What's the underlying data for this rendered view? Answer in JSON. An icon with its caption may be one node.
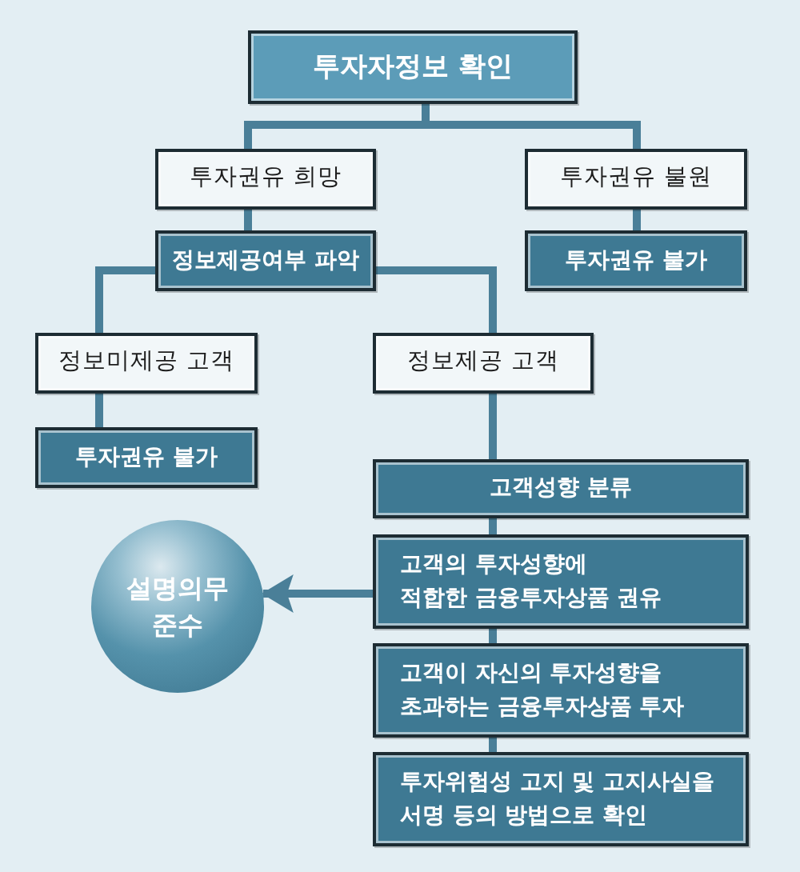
{
  "diagram": {
    "nodes": [
      {
        "text": [
          "투자자정보 확인"
        ]
      },
      {
        "text": [
          "투자권유 희망"
        ]
      },
      {
        "text": [
          "투자권유 불원"
        ]
      },
      {
        "text": [
          "정보제공여부 파악"
        ]
      },
      {
        "text": [
          "투자권유 불가"
        ]
      },
      {
        "text": [
          "정보미제공 고객"
        ]
      },
      {
        "text": [
          "정보제공 고객"
        ]
      },
      {
        "text": [
          "투자권유 불가"
        ]
      },
      {
        "text": [
          "고객성향 분류"
        ]
      },
      {
        "text": [
          "고객의 투자성향에 적합한 금융투자상품 권유"
        ]
      },
      {
        "text": [
          "고객이 자신의 투자성향을 초과하는 금융투자상품 투자"
        ]
      },
      {
        "text": [
          "투자위험성 고지 및 고지사실을 서명 등의 방법으로 확인"
        ]
      },
      {
        "text": [
          "설명의무 준수"
        ]
      }
    ],
    "edges": [
      {
        "from": 0,
        "to": 1,
        "arrow": "none"
      },
      {
        "from": 0,
        "to": 2,
        "arrow": "none"
      },
      {
        "from": 1,
        "to": 3,
        "arrow": "none"
      },
      {
        "from": 2,
        "to": 4,
        "arrow": "none"
      },
      {
        "from": 3,
        "to": 5,
        "arrow": "none"
      },
      {
        "from": 3,
        "to": 6,
        "arrow": "none"
      },
      {
        "from": 5,
        "to": 7,
        "arrow": "none"
      },
      {
        "from": 6,
        "to": 8,
        "arrow": "none"
      },
      {
        "from": 8,
        "to": 9,
        "arrow": "none"
      },
      {
        "from": 9,
        "to": 10,
        "arrow": "none"
      },
      {
        "from": 10,
        "to": 11,
        "arrow": "none"
      },
      {
        "from": 9,
        "to": 12,
        "arrow": "to"
      }
    ]
  }
}
